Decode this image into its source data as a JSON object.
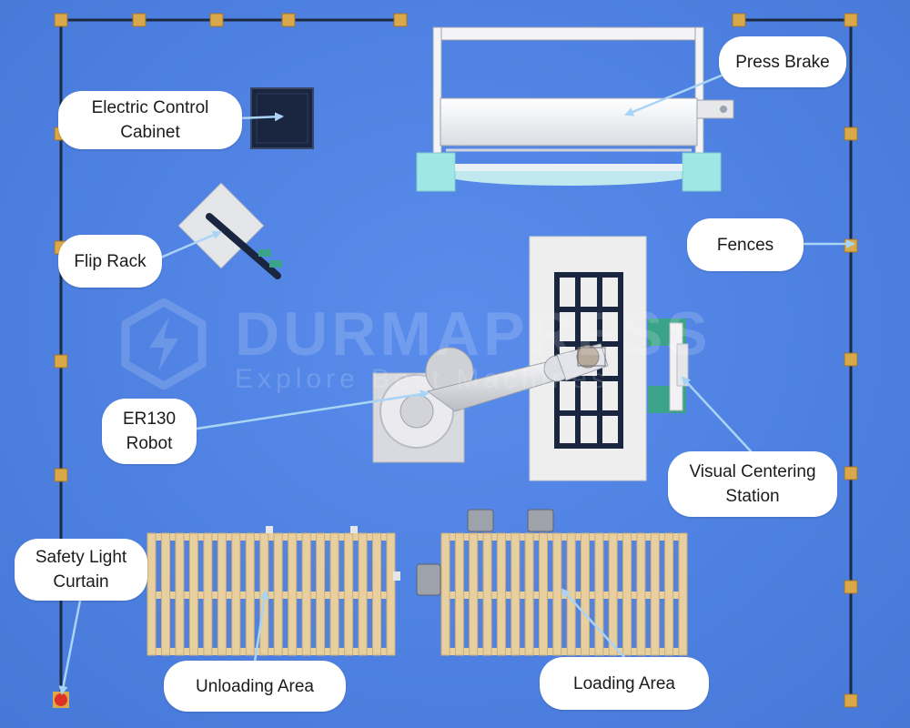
{
  "diagram": {
    "labels": {
      "press_brake": "Press Brake",
      "electric_control_cabinet_line1": "Electric Control",
      "electric_control_cabinet_line2": "Cabinet",
      "fences": "Fences",
      "flip_rack": "Flip Rack",
      "robot_line1": "ER130",
      "robot_line2": "Robot",
      "visual_centering_line1": "Visual Centering",
      "visual_centering_line2": "Station",
      "safety_light_line1": "Safety Light",
      "safety_light_line2": "Curtain",
      "unloading_area": "Unloading Area",
      "loading_area": "Loading Area"
    },
    "watermark": {
      "brand": "DURMAPRESS",
      "tagline": "Explore Best Machines"
    },
    "colors": {
      "background": "#4d80e0",
      "callout": "#ffffff",
      "arrow": "#a9d4f5",
      "fence_line": "#1d2a44",
      "fence_post": "#d8a84a",
      "pallet_wood": "#e7cf9f",
      "table": "#eeeeee",
      "fixture": "#1a2540",
      "press_teal": "#9fe6e6",
      "centering_green": "#3aa38a",
      "safety_red": "#e0302a"
    }
  }
}
